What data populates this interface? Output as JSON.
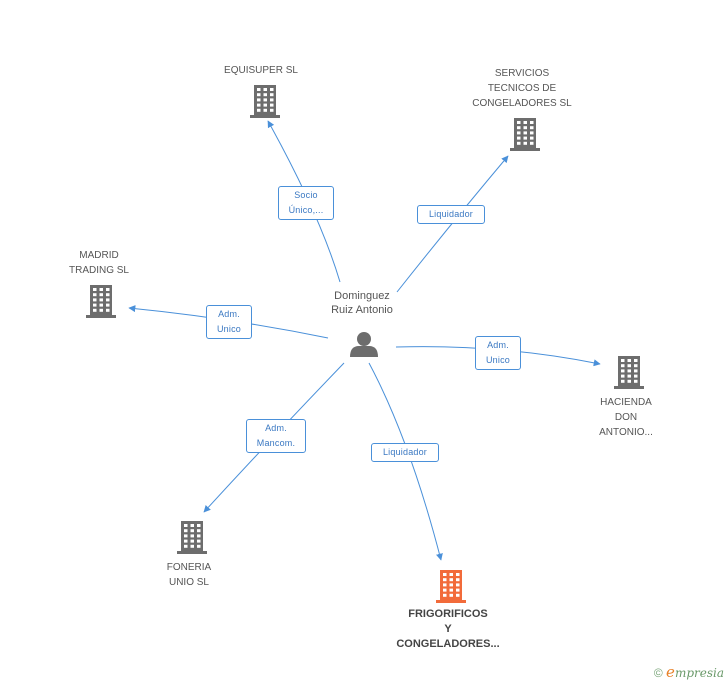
{
  "center": {
    "name_lines": [
      "Dominguez",
      "Ruiz Antonio"
    ]
  },
  "companies": {
    "equisuper": [
      "EQUISUPER SL"
    ],
    "servicios": [
      "SERVICIOS",
      "TECNICOS DE",
      "CONGELADORES SL"
    ],
    "madrid": [
      "MADRID",
      "TRADING SL"
    ],
    "hacienda": [
      "HACIENDA",
      "DON",
      "ANTONIO..."
    ],
    "foneria": [
      "FONERIA",
      "UNIO SL"
    ],
    "frigorificos": [
      "FRIGORIFICOS",
      "Y",
      "CONGELADORES..."
    ]
  },
  "relations": {
    "equisuper": [
      "Socio",
      "Único,..."
    ],
    "servicios": [
      "Liquidador"
    ],
    "madrid": [
      "Adm.",
      "Unico"
    ],
    "hacienda": [
      "Adm.",
      "Unico"
    ],
    "foneria": [
      "Adm.",
      "Mancom."
    ],
    "frigorificos": [
      "Liquidador"
    ]
  },
  "colors": {
    "edge": "#4a90d9",
    "building": "#6d6d6d",
    "building_main": "#f26b3a",
    "person": "#6d6d6d"
  },
  "footer": {
    "copyright": "©",
    "brand_initial": "e",
    "brand_rest": "mpresia"
  }
}
